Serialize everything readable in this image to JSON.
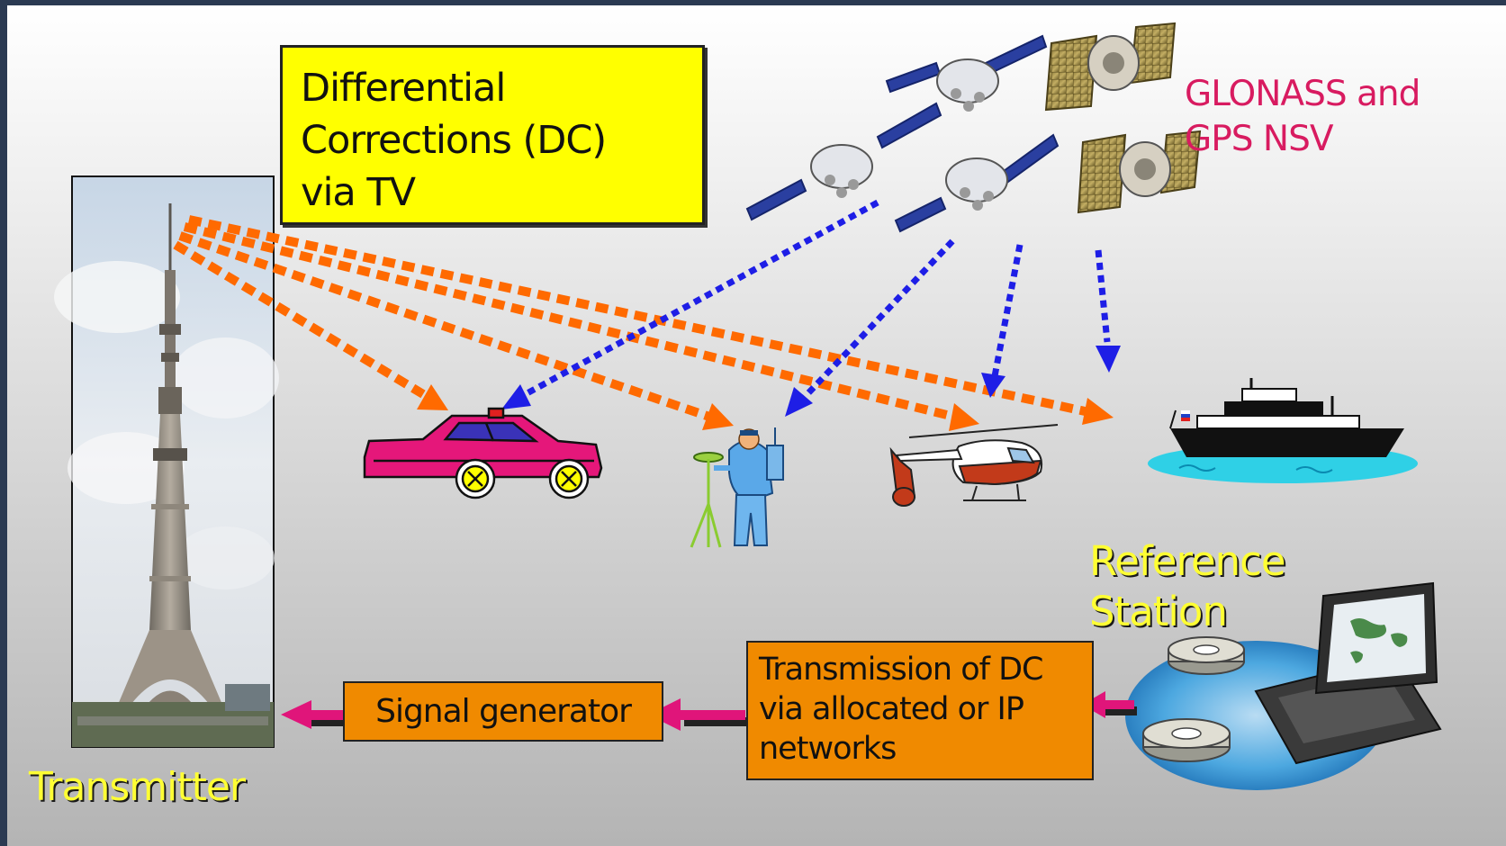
{
  "title_box": {
    "line1": "Differential",
    "line2": "Corrections (DC)",
    "line3": "via TV"
  },
  "satellite_label": {
    "line1": "GLONASS and",
    "line2": "GPS NSV"
  },
  "reference_station": {
    "line1": "Reference",
    "line2": "Station"
  },
  "transmitter_label": "Transmitter",
  "signal_generator_label": "Signal generator",
  "transmission_box": {
    "line1": "Transmission of DC",
    "line2": "via allocated or IP",
    "line3": "networks"
  },
  "colors": {
    "title_box_fill": "#ffff00",
    "process_box_fill": "#f08a00",
    "tv_arrow": "#ff6a00",
    "satellite_arrow": "#1e1ee6",
    "flow_arrow": "#e0157a",
    "yellow_text": "#ffff33",
    "magenta_text": "#d81b60"
  }
}
